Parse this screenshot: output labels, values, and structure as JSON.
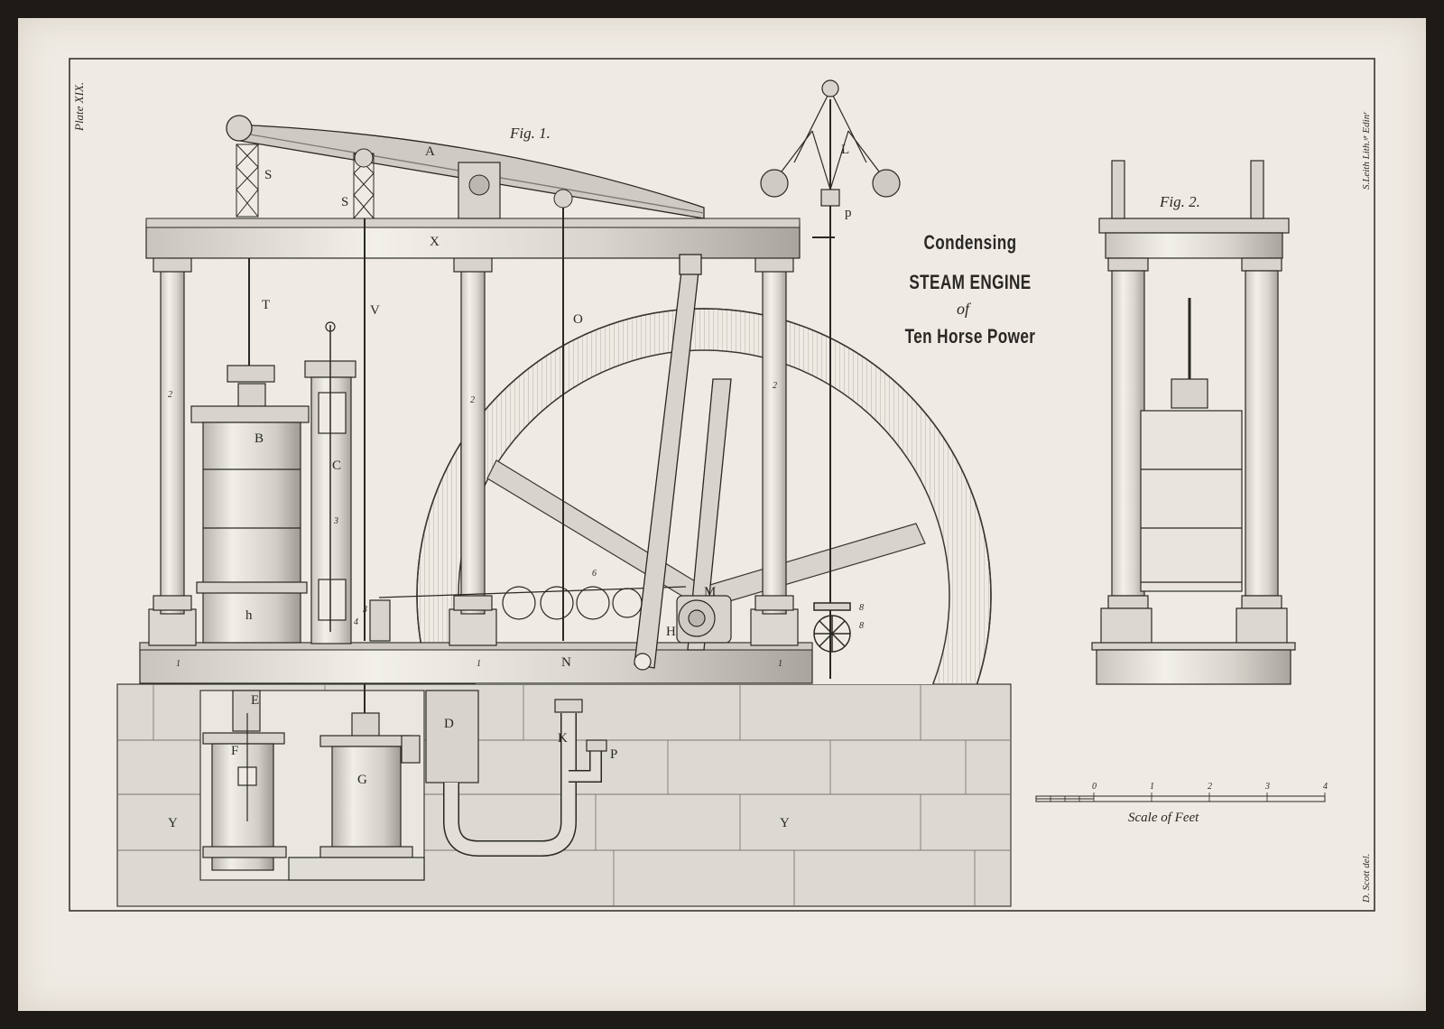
{
  "plate": {
    "number": "Plate XIX.",
    "engraver_credit": "S.Leith Lith.ᵍʳ Edinʳ",
    "artist_credit": "D. Scott del."
  },
  "title": {
    "line1": "Condensing",
    "line2": "STEAM ENGINE",
    "line3": "of",
    "line4": "Ten Horse Power"
  },
  "figures": {
    "fig1": "Fig. 1.",
    "fig2": "Fig. 2."
  },
  "scale": {
    "caption": "Scale of Feet",
    "ticks": [
      "0",
      "1",
      "2",
      "3",
      "4"
    ]
  },
  "letter_labels": {
    "A": "A",
    "S1": "S",
    "S2": "S",
    "X": "X",
    "T": "T",
    "V": "V",
    "O": "O",
    "L": "L",
    "p": "p",
    "B": "B",
    "C": "C",
    "h": "h",
    "M": "M",
    "H": "H",
    "N": "N",
    "E": "E",
    "F": "F",
    "G": "G",
    "D": "D",
    "K": "K",
    "P": "P",
    "Y1": "Y",
    "Y2": "Y"
  },
  "numeral_labels": {
    "n2a": "2",
    "n2b": "2",
    "n2c": "2",
    "n3a": "3",
    "n3b": "3",
    "n6": "6",
    "n8a": "8",
    "n8b": "8",
    "n1a": "1",
    "n1b": "1",
    "n1c": "1",
    "n4": "4"
  },
  "colors": {
    "paper": "#efebe4",
    "ink": "#2a2825",
    "mount": "#1e1a15",
    "wash": "#dcd9d3"
  }
}
